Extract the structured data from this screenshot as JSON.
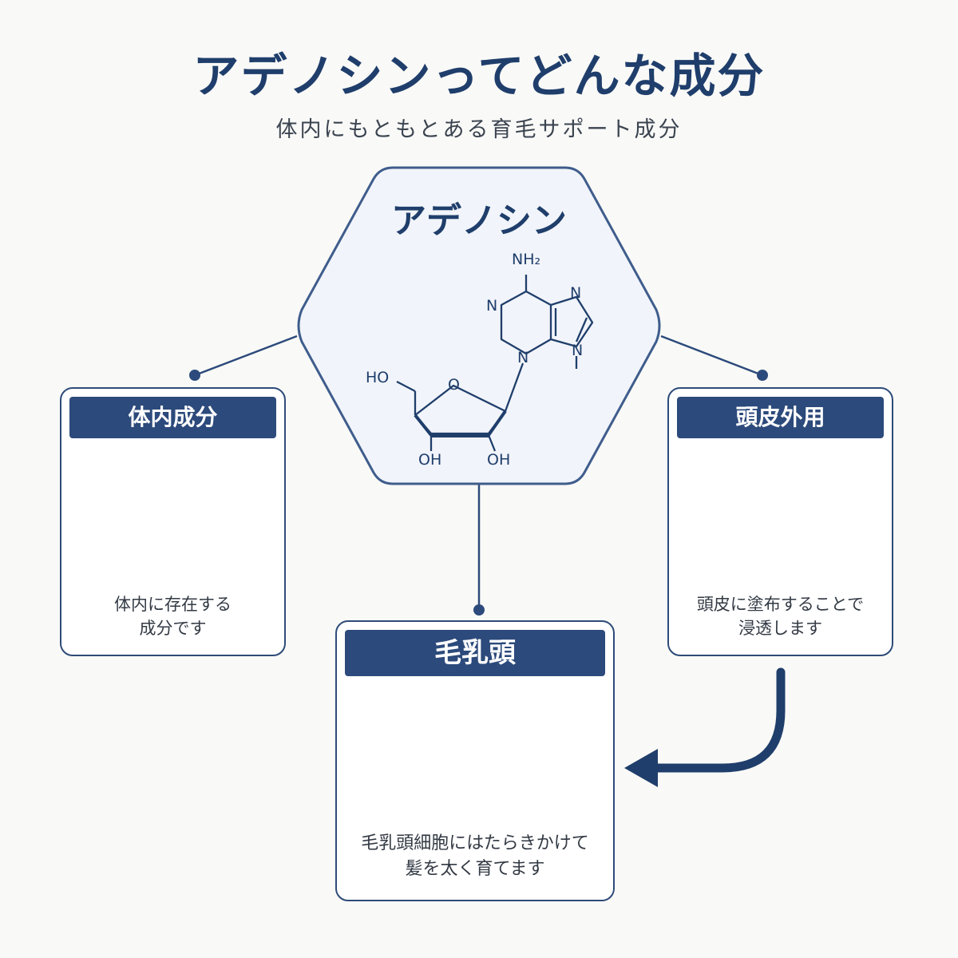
{
  "header": {
    "title": "アデノシンってどんな成分",
    "subtitle": "体内にもともとある育毛サポート成分"
  },
  "center": {
    "title": "アデノシン",
    "molecule_labels": {
      "nh2": "NH₂",
      "n_top_left": "N",
      "n_top_right": "N",
      "n_bottom": "N",
      "n_right": "N",
      "ho": "HO",
      "o_ring": "O",
      "oh_left": "OH",
      "oh_right": "OH"
    }
  },
  "cards": {
    "left": {
      "title": "体内成分",
      "text_line1": "体内に存在する",
      "text_line2": "成分です"
    },
    "right": {
      "title": "頭皮外用",
      "text_line1": "頭皮に塗布することで",
      "text_line2": "浸透します"
    },
    "bottom": {
      "title": "毛乳頭",
      "text_line1": "毛乳頭細胞にはたらきかけて",
      "text_line2": "髪を太く育てます"
    }
  },
  "icons": {
    "left": "human-body-icon",
    "right": "droplet-hair-follicle-icon",
    "bottom": "hair-follicle-papilla-icon",
    "arrow": "curved-arrow-icon"
  },
  "colors": {
    "navy": "#2c4a7b",
    "light_blue": "#8fb3df",
    "background": "#f9f9f7"
  }
}
